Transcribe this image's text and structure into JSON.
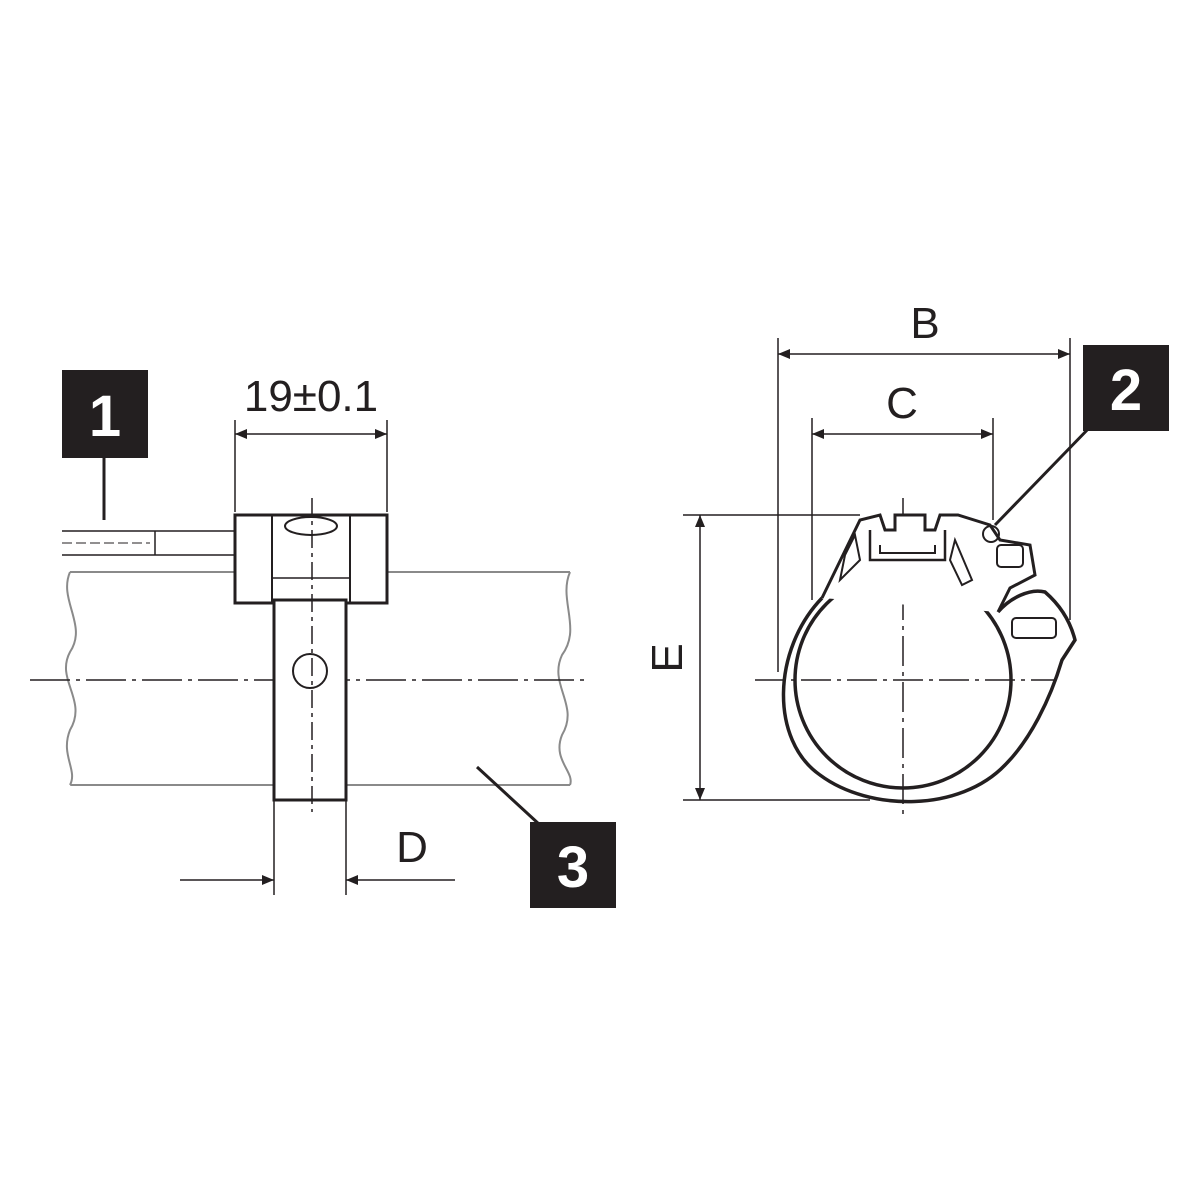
{
  "callouts": {
    "c1": "1",
    "c2": "2",
    "c3": "3"
  },
  "dimensions": {
    "width_19": "19±0.1",
    "B": "B",
    "C": "C",
    "D": "D",
    "E": "E"
  },
  "colors": {
    "line": "#231f20",
    "gray": "#8a8a8a",
    "tag_bg": "#231f20",
    "tag_fg": "#ffffff"
  }
}
